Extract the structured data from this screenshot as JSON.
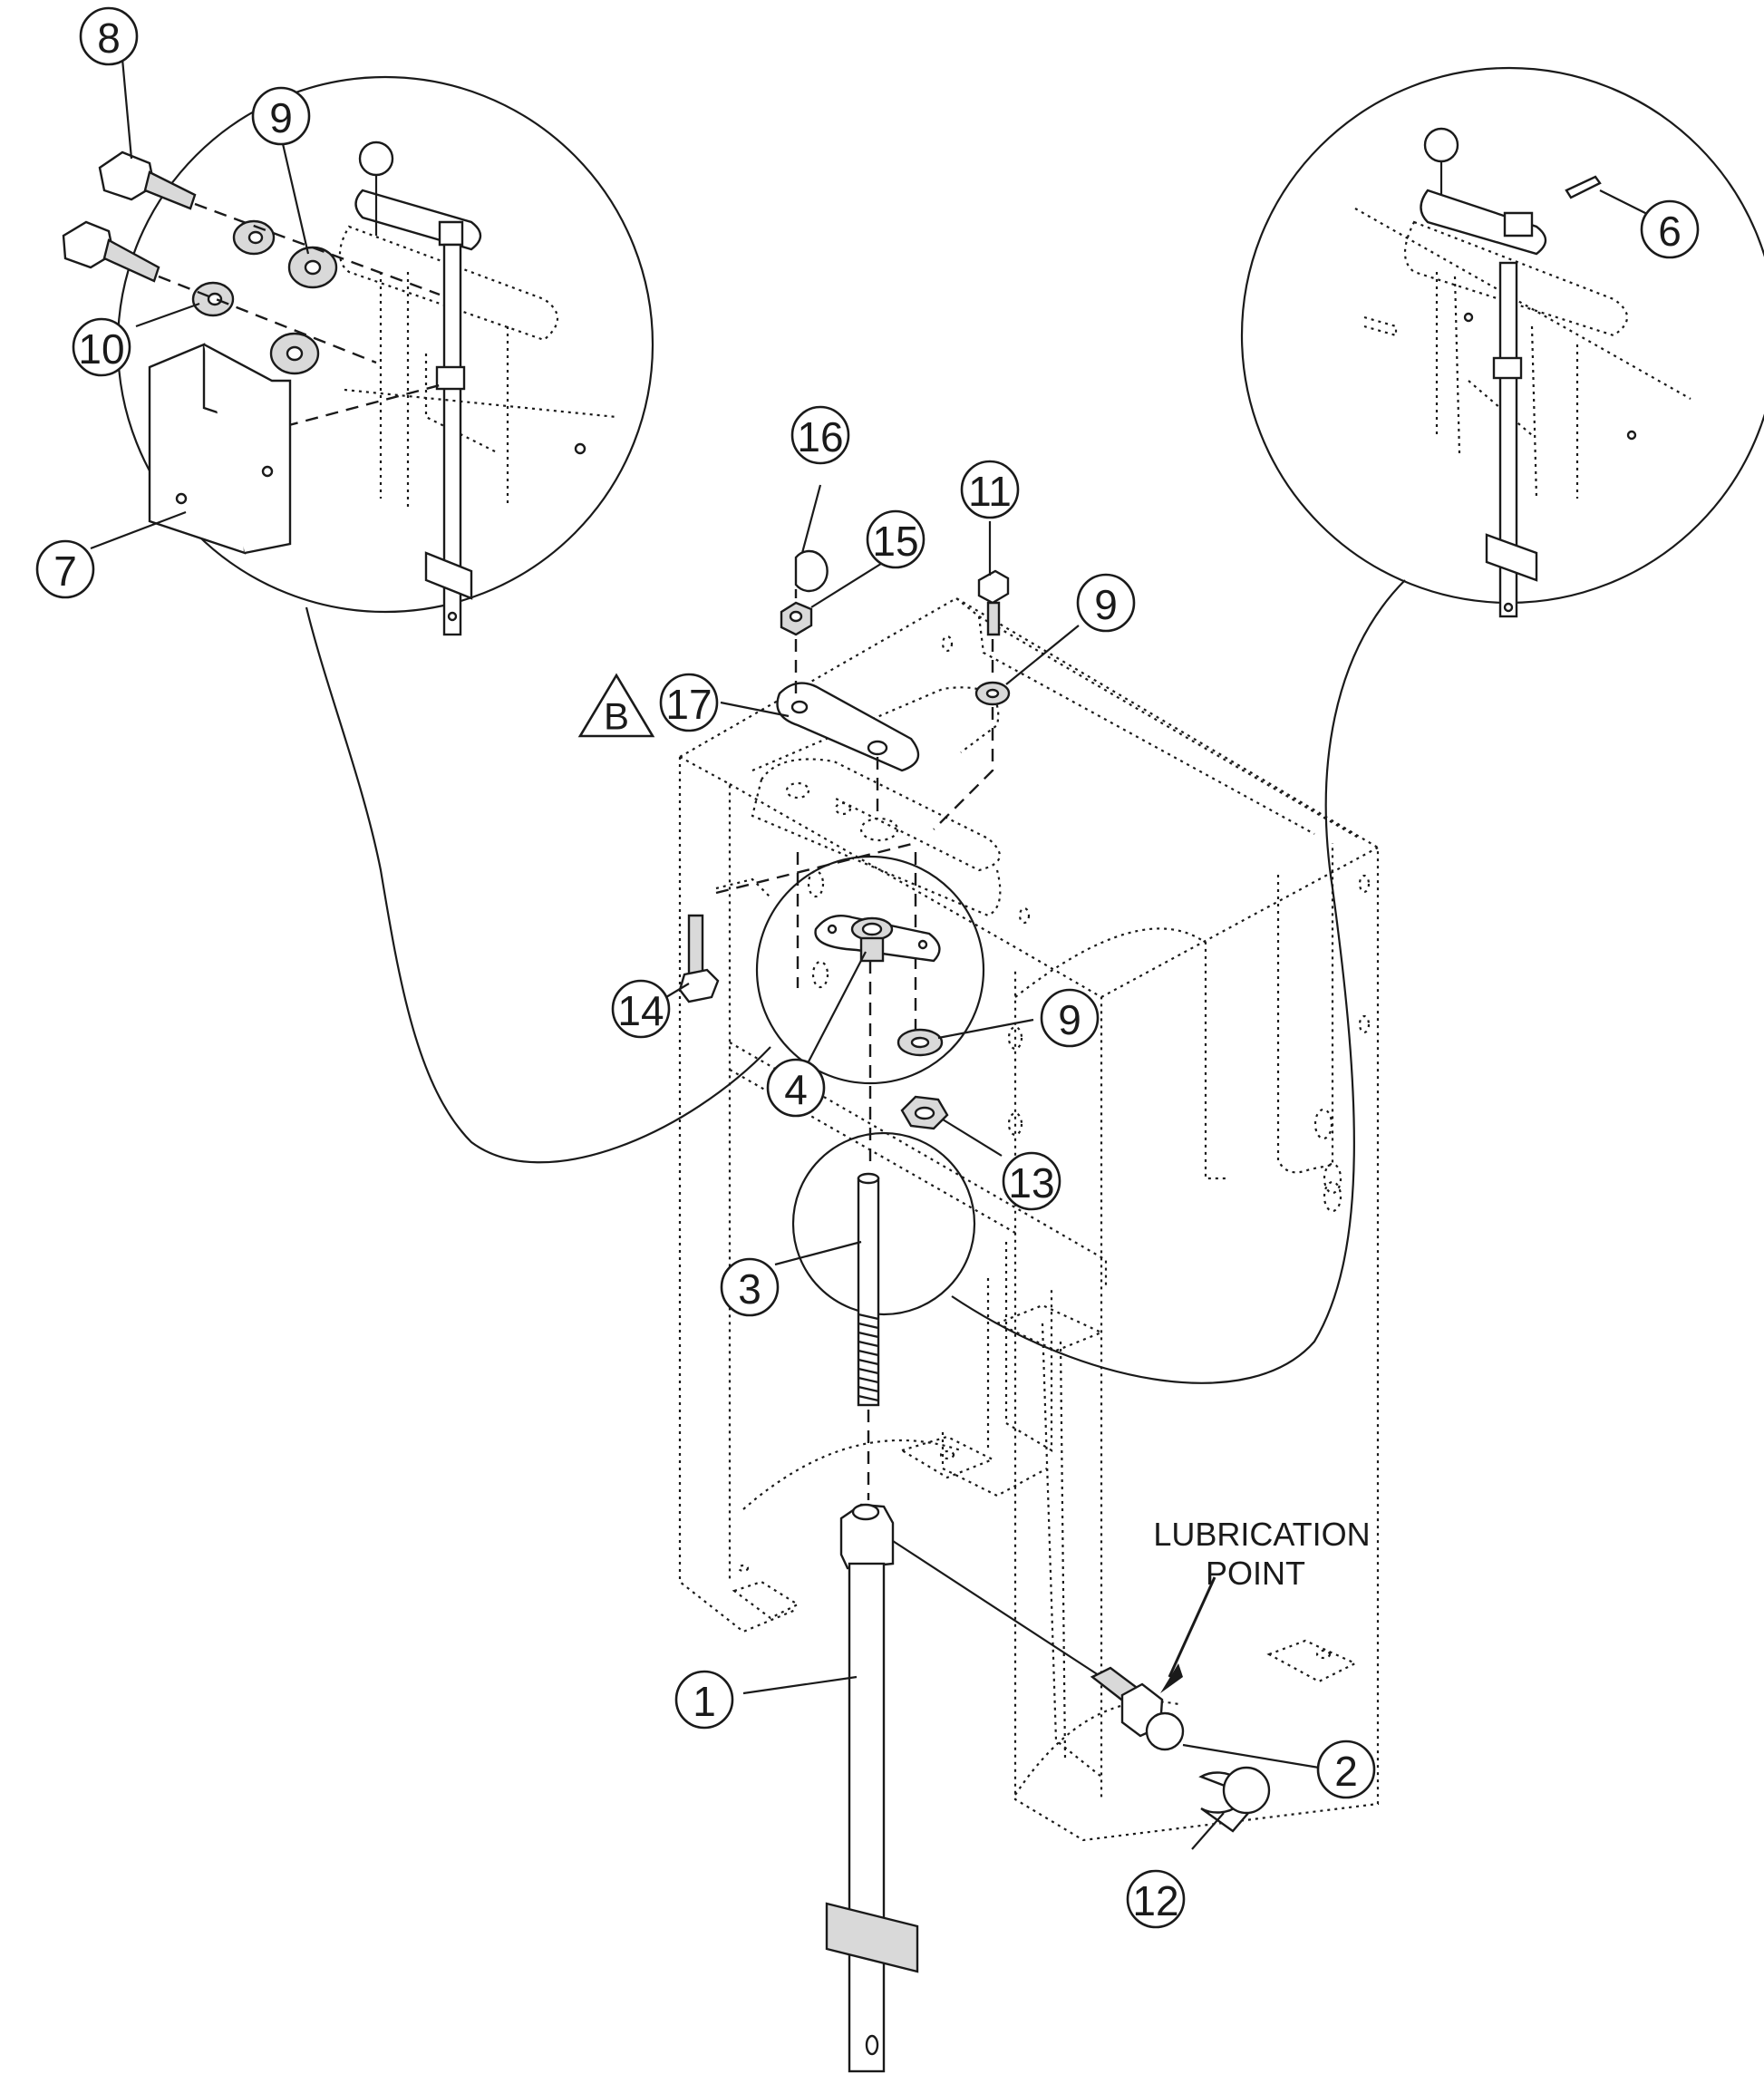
{
  "callouts": {
    "c1": "1",
    "c2": "2",
    "c3": "3",
    "c4": "4",
    "c6": "6",
    "c7": "7",
    "c8": "8",
    "c9a": "9",
    "c9b": "9",
    "c9c": "9",
    "c10": "10",
    "c11": "11",
    "c12": "12",
    "c13": "13",
    "c14": "14",
    "c15": "15",
    "c16": "16",
    "c17": "17"
  },
  "revision_marker": "B",
  "note": {
    "line1": "LUBRICATION",
    "line2": "POINT"
  }
}
